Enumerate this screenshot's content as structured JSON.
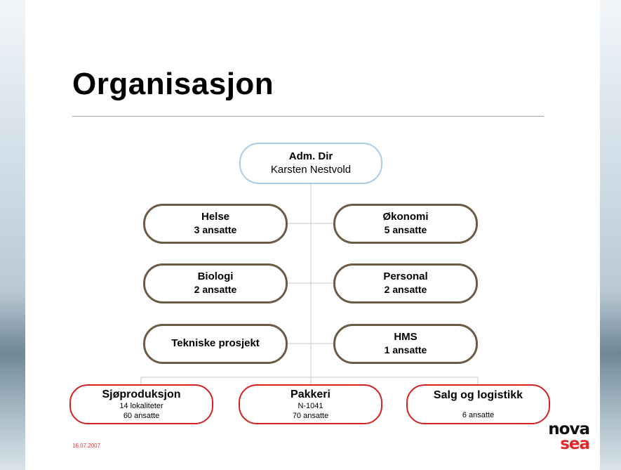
{
  "slide": {
    "title": "Organisasjon",
    "date": "16.07.2007"
  },
  "logo": {
    "line1": "nova",
    "line2": "sea"
  },
  "org": {
    "top": {
      "name": "Adm. Dir",
      "sub": "Karsten Nestvold"
    },
    "staff_left": [
      {
        "name": "Helse",
        "sub": "3 ansatte"
      },
      {
        "name": "Biologi",
        "sub": "2 ansatte"
      },
      {
        "name": "Tekniske prosjekt",
        "sub": ""
      }
    ],
    "staff_right": [
      {
        "name": "Økonomi",
        "sub": "5 ansatte"
      },
      {
        "name": "Personal",
        "sub": "2 ansatte"
      },
      {
        "name": "HMS",
        "sub": "1 ansatte"
      }
    ],
    "units": [
      {
        "name": "Sjøproduksjon",
        "line1": "14 lokaliteter",
        "line2": "60 ansatte"
      },
      {
        "name": "Pakkeri",
        "line1": "N-1041",
        "line2": "70 ansatte"
      },
      {
        "name": "Salg og logistikk",
        "line1": "",
        "line2": "6 ansatte"
      }
    ]
  },
  "colors": {
    "top_border": "#a9cde4",
    "staff_border": "#6b5a45",
    "unit_border": "#d61f1f",
    "connector": "#d0d0d0",
    "date_text": "#e03030",
    "logo_accent": "#e3262a"
  }
}
